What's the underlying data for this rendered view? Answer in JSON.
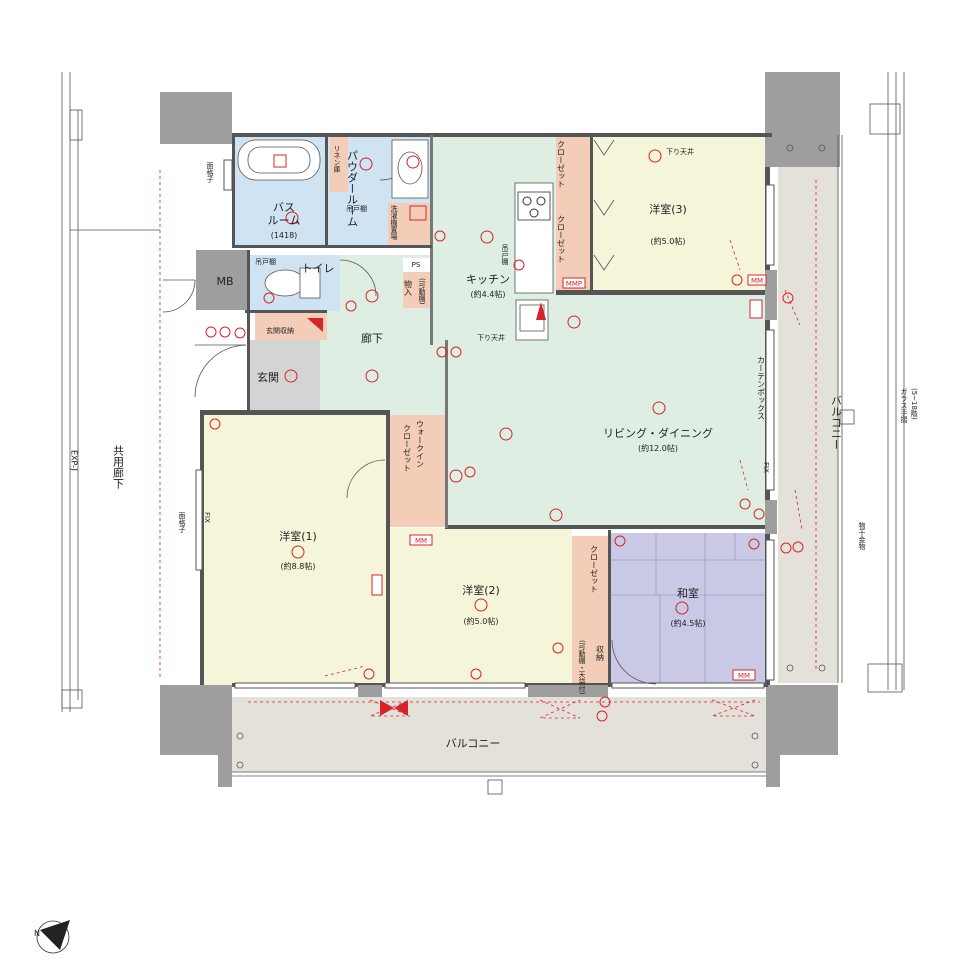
{
  "rooms": {
    "bath": {
      "name": "バス",
      "name2": "ルーム",
      "size": "(1418)"
    },
    "powder": {
      "name": "パウダールーム"
    },
    "toilet": {
      "name": "トイレ"
    },
    "linen": {
      "name": "リネン庫"
    },
    "kitchen": {
      "name": "キッチン",
      "size": "(約4.4帖)"
    },
    "closet_k1": {
      "name": "クローゼット"
    },
    "closet_k2": {
      "name": "クローゼット"
    },
    "room3": {
      "name": "洋室(3)",
      "size": "(約5.0帖)"
    },
    "corridor": {
      "name": "廊下"
    },
    "entrance": {
      "name": "玄関"
    },
    "entrance_storage": {
      "name": "玄関収納"
    },
    "mb": {
      "name": "MB"
    },
    "ps": {
      "name": "PS"
    },
    "storage_movable": {
      "name": "物入",
      "sub": "(可動棚)"
    },
    "living": {
      "name": "リビング・ダイニング",
      "size": "(約12.0帖)"
    },
    "walkin": {
      "name": "ウォークイン",
      "name2": "クローゼット"
    },
    "room1": {
      "name": "洋室(1)",
      "size": "(約8.8帖)"
    },
    "room2": {
      "name": "洋室(2)",
      "size": "(約5.0帖)"
    },
    "closet2": {
      "name": "クローゼット"
    },
    "storage2": {
      "name": "収納",
      "sub": "(可動棚・天袋付)"
    },
    "washitsu": {
      "name": "和室",
      "size": "(約4.5帖)"
    },
    "balcony_bottom": {
      "name": "バルコニー"
    },
    "balcony_right": {
      "name": "バルコニー"
    }
  },
  "labels": {
    "exp_j": "EXP-J",
    "common_corridor": "共用廊下",
    "lattice1": "面格子",
    "lattice2": "面格子",
    "fix1": "FIX",
    "fix2": "FIX",
    "curtain_box": "カーテンボックス",
    "glass_rail": "ガラス手摺",
    "glass_rail_note": "(5~18階)",
    "laundry_rack": "物干金物",
    "lowered_ceiling1": "下り天井",
    "lowered_ceiling2": "下り天井",
    "hanging_shelf1": "吊戸棚",
    "hanging_shelf2": "吊戸棚",
    "hanging_shelf3": "吊戸棚",
    "washer_area": "洗濯機置場",
    "mmp": "MMP",
    "mm": "MM",
    "north": "N"
  },
  "colors": {
    "wall": "#9e9e9e",
    "wet": "#cfe3f3",
    "living": "#dfeee2",
    "bedroom": "#f5f5da",
    "closet": "#f3cdb8",
    "washitsu": "#c9c9e6",
    "balcony": "#e4e1da",
    "entrance": "#d4d4d4",
    "red": "#d8232a"
  }
}
